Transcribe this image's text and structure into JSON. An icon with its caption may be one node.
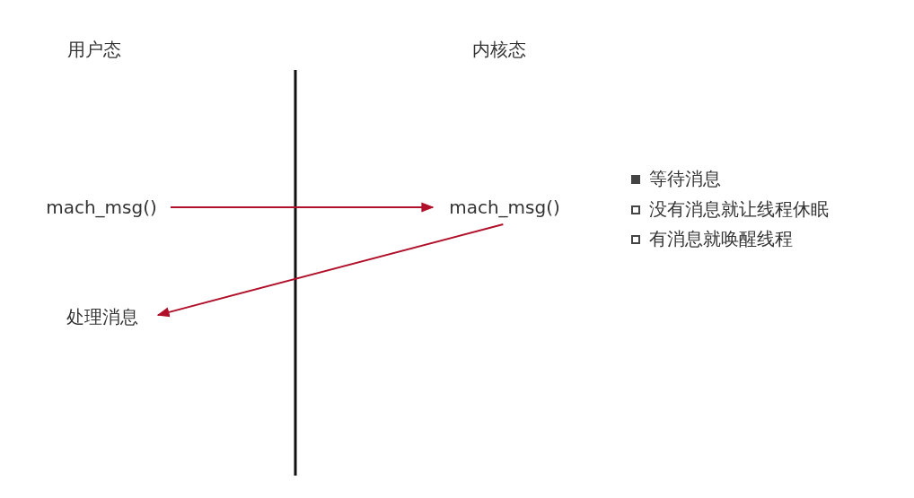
{
  "diagram": {
    "nodes": [
      {
        "text": [
          "mach_msg()"
        ]
      },
      {
        "text": [
          "mach_msg()"
        ]
      },
      {
        "text": [
          "处理消息"
        ]
      }
    ],
    "edges": [
      {
        "from": 0,
        "to": 1,
        "arrow": "to"
      },
      {
        "from": 1,
        "to": 2,
        "arrow": "to"
      }
    ],
    "labels": [
      "用户态",
      "内核态",
      "等待消息",
      "没有消息就让线程休眠",
      "有消息就唤醒线程"
    ]
  }
}
